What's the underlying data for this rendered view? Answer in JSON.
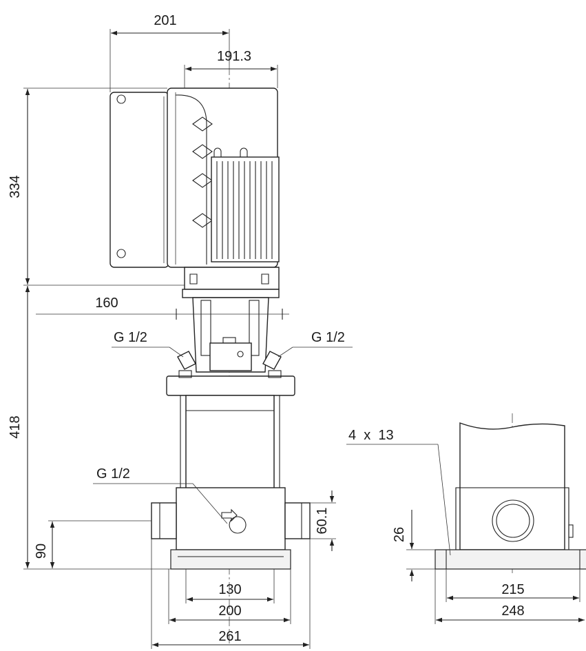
{
  "dimensions": {
    "motor_width": "201",
    "motor_head_width": "191.3",
    "motor_height": "334",
    "coupling_width": "160",
    "pump_height": "418",
    "inlet_height": "90",
    "port_offset": "60.1",
    "base_inner": "130",
    "base_mid": "200",
    "base_total": "261",
    "side_base_inner": "215",
    "side_base_total": "248",
    "side_base_height": "26"
  },
  "callouts": {
    "vent_left": "G 1/2",
    "vent_right": "G 1/2",
    "drain": "G 1/2",
    "holes": "4  x  13"
  }
}
